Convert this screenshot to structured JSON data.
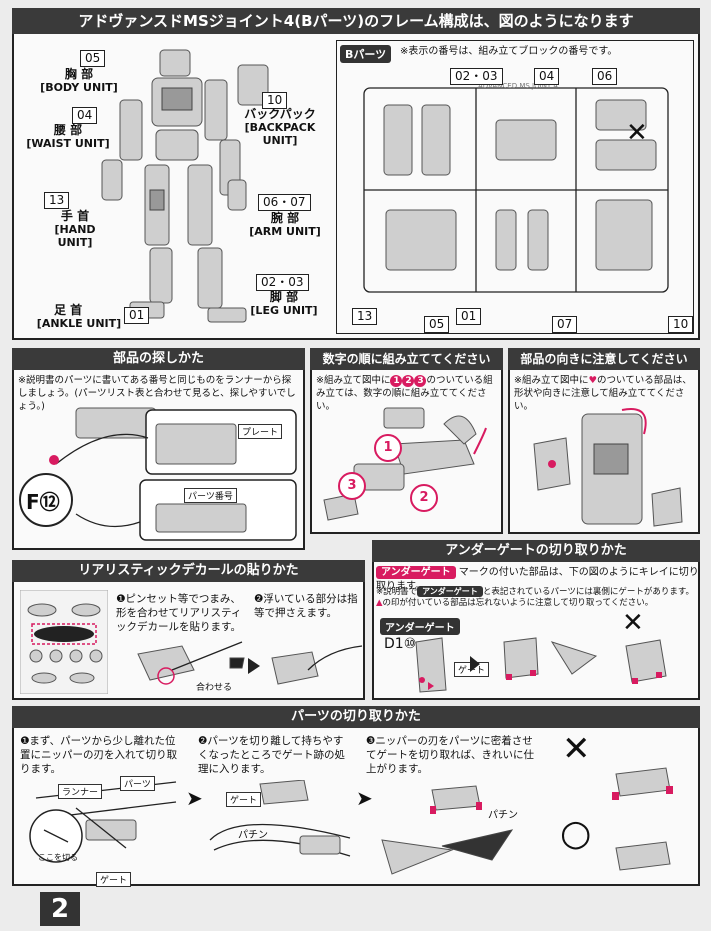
{
  "frame": {
    "title": "アドヴァンスドMSジョイント4(Bパーツ)のフレーム構成は、図のようになります",
    "units": {
      "body": {
        "num": "05",
        "jp": "胸 部",
        "en": "[BODY UNIT]"
      },
      "waist": {
        "num": "04",
        "jp": "腰 部",
        "en": "[WAIST UNIT]"
      },
      "hand": {
        "num": "13",
        "jp": "手 首",
        "en": "[HAND UNIT]"
      },
      "ankle": {
        "num": "01",
        "jp": "足 首",
        "en": "[ANKLE UNIT]"
      },
      "backpack": {
        "num": "10",
        "jp": "バックパック",
        "en": "[BACKPACK UNIT]"
      },
      "arm": {
        "num": "06・07",
        "jp": "腕 部",
        "en": "[ARM UNIT]"
      },
      "leg": {
        "num": "02・03",
        "jp": "脚 部",
        "en": "[LEG UNIT]"
      }
    },
    "bparts": {
      "tag": "Bパーツ",
      "note": "※表示の番号は、組み立てブロックの番号です。",
      "runner_text": "ADVANCED MS JOINT 4",
      "labels": [
        "02・03",
        "04",
        "06",
        "13",
        "05",
        "01",
        "07",
        "10"
      ]
    }
  },
  "find_parts": {
    "title": "部品の探しかた",
    "text": "※説明書のパーツに書いてある番号と同じものをランナーから探しましょう。(パーツリスト表と合わせて見ると、探しやすいでしょう。)",
    "plate_label": "プレート",
    "parts_no_label": "パーツ番号",
    "id_letter": "F",
    "id_num": "⑫"
  },
  "order": {
    "title": "数字の順に組み立ててください",
    "text_a": "※組み立て図中に",
    "text_b": "のついている組み立ては、数字の順に組み立ててください。",
    "n1": "1",
    "n2": "2",
    "n3": "3"
  },
  "direction": {
    "title": "部品の向きに注意してください",
    "text_a": "※組み立て図中に",
    "text_b": "のついている部品は、形状や向きに注意して組み立ててください。"
  },
  "decal": {
    "title": "リアリスティックデカールの貼りかた",
    "step1": "❶ピンセット等でつまみ、形を合わせてリアリスティックデカールを貼ります。",
    "step2": "❷浮いている部分は指等で押さえます。",
    "align_label": "合わせる"
  },
  "undergate": {
    "title": "アンダーゲートの切り取りかた",
    "tag": "アンダーゲート",
    "lead": "マークの付いた部品は、下の図のようにキレイに切り取ります。",
    "note1a": "※説明書で",
    "note1b": "と表記されているパーツには裏側にゲートがあります。",
    "note2": "の印が付いている部品は忘れないように注意して切り取ってください。",
    "part_label": "D1⑩",
    "gate_label": "ゲート"
  },
  "cutting": {
    "title": "パーツの切り取りかた",
    "step1": "❶まず、パーツから少し離れた位置にニッパーの刃を入れて切り取ります。",
    "step2": "❷パーツを切り離して持ちやすくなったところでゲート跡の処理に入ります。",
    "step3": "❸ニッパーの刃をパーツに密着させてゲートを切り取れば、きれいに仕上がります。",
    "runner_label": "ランナー",
    "parts_label": "パーツ",
    "cut_here": "ここを切る",
    "gate_label": "ゲート",
    "gate_label2": "ゲート",
    "snap": "パチン",
    "bad": "✕",
    "good": "○"
  },
  "page_number": "2"
}
